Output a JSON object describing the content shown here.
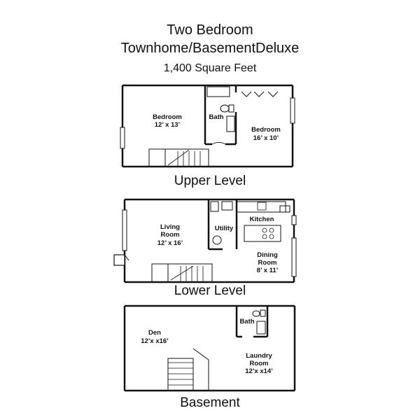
{
  "header": {
    "title_line1": "Two Bedroom",
    "title_line2": "Townhome/BasementDeluxe",
    "area": "1,400 Square Feet"
  },
  "levels": {
    "upper": {
      "label": "Upper Level",
      "bedroom1": {
        "name": "Bedroom",
        "size": "12’ x 13’"
      },
      "bath": {
        "name": "Bath"
      },
      "bedroom2": {
        "name": "Bedroom",
        "size": "16’ x 10’"
      }
    },
    "lower": {
      "label": "Lower Level",
      "living": {
        "name1": "Living",
        "name2": "Room",
        "size": "12’ x 16’"
      },
      "utility": {
        "name": "Utility"
      },
      "kitchen": {
        "name": "Kitchen"
      },
      "dining": {
        "name1": "Dining",
        "name2": "Room",
        "size": "8’ x 11’"
      }
    },
    "basement": {
      "label": "Basement",
      "den": {
        "name": "Den",
        "size": "12’x x16’"
      },
      "bath": {
        "name": "Bath"
      },
      "laundry": {
        "name1": "Laundry",
        "name2": "Room",
        "size": "12’x x14’"
      }
    }
  }
}
